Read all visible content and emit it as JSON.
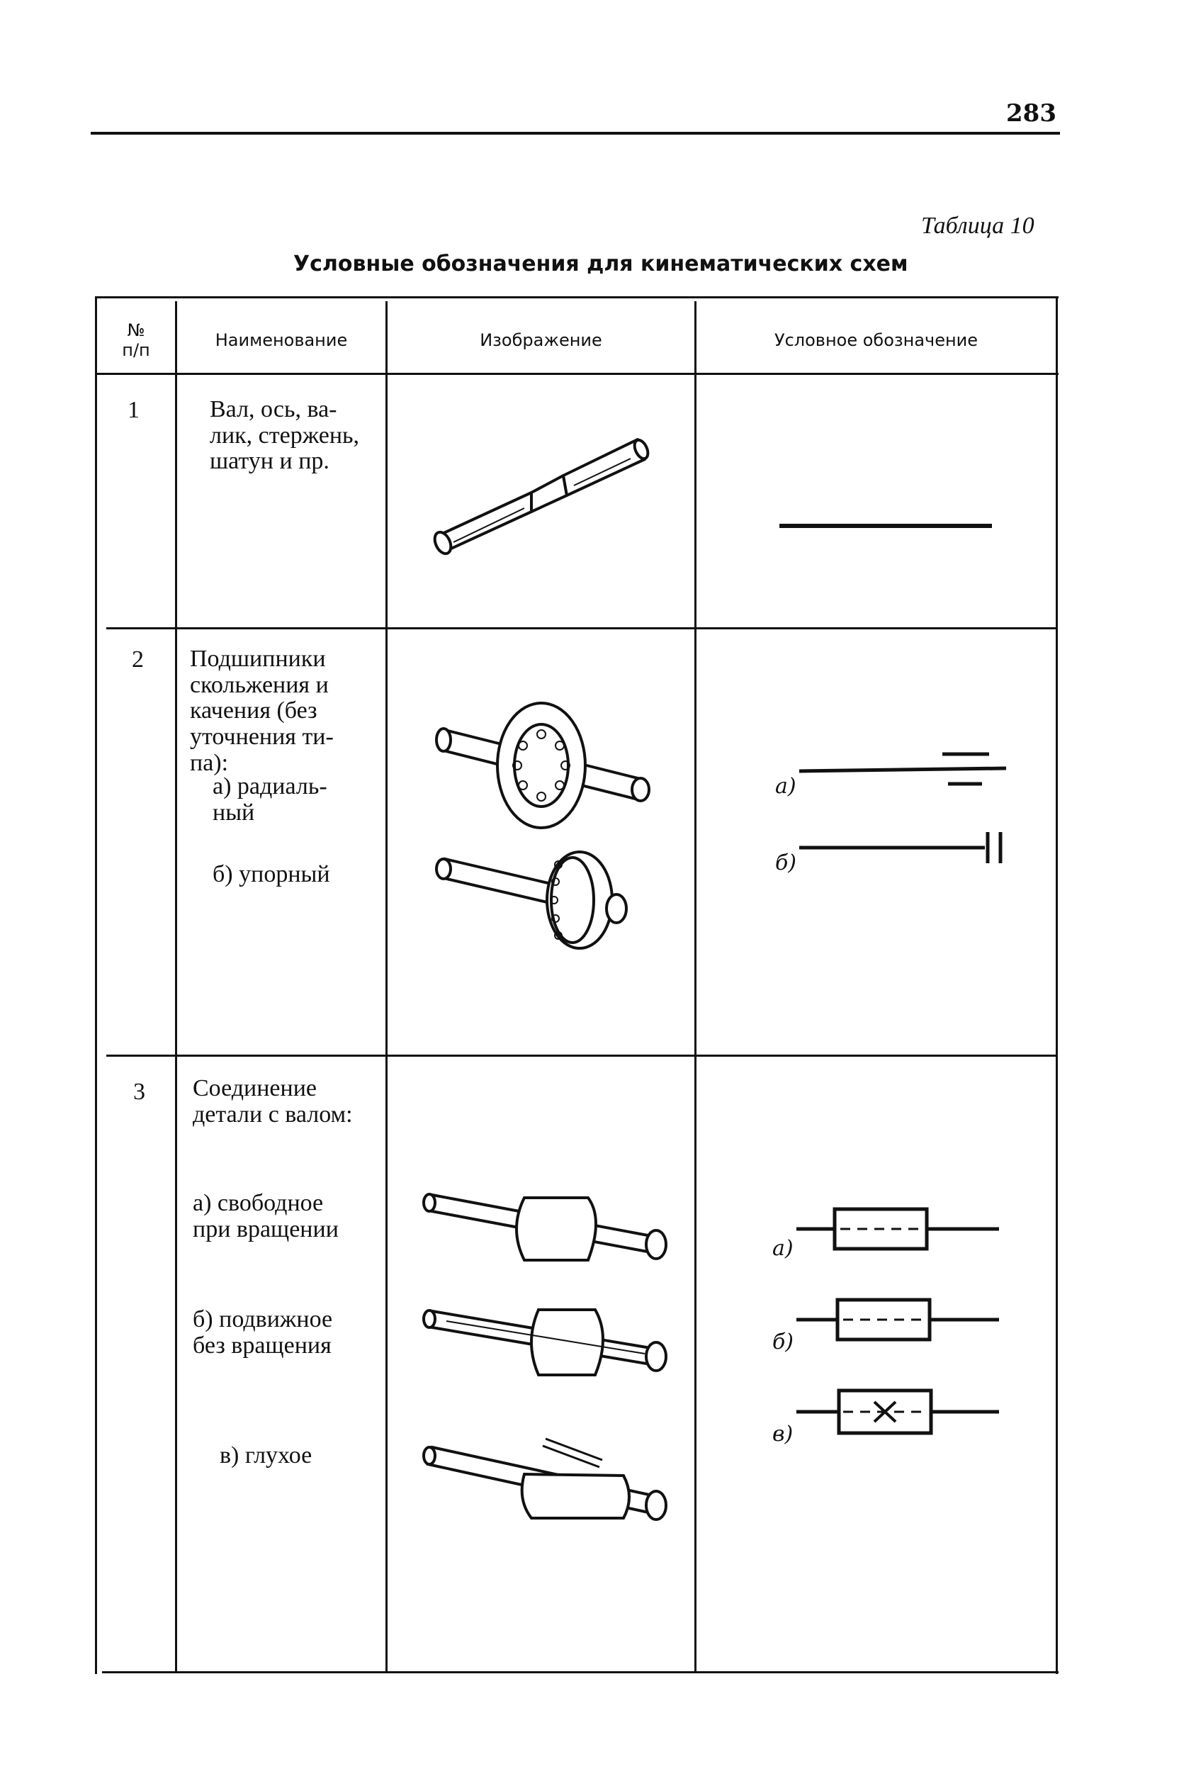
{
  "page": {
    "number": "283"
  },
  "table": {
    "label": "Таблица 10",
    "title": "Условные обозначения для кинематических схем",
    "headers": {
      "num": "№\nп/п",
      "name": "Наименование",
      "image": "Изображение",
      "symbol": "Условное обозначение"
    },
    "rows": [
      {
        "num": "1",
        "name": "Вал, ось, ва-\nлик, стержень,\nшатун и пр."
      },
      {
        "num": "2",
        "name": "Подшипники\nскольжения и\nкачения (без\nуточнения ти-\nпа):",
        "items": [
          "а) радиаль-\nный",
          "б) упорный"
        ],
        "symbol_labels": [
          "а)",
          "б)"
        ]
      },
      {
        "num": "3",
        "name": "Соединение\nдетали с валом:",
        "items": [
          "а) свободное\nпри вращении",
          "б) подвижное\nбез вращения",
          "в) глухое"
        ],
        "symbol_labels": [
          "а)",
          "б)",
          "в)"
        ]
      }
    ]
  }
}
